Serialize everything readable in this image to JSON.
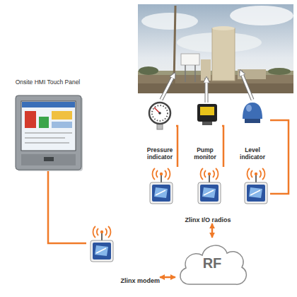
{
  "diagram": {
    "nodes": [
      {
        "text": [
          "Onsite HMI Touch Panel"
        ]
      },
      {
        "text": [
          "Pressure indicator"
        ]
      },
      {
        "text": [
          "Pump monitor"
        ]
      },
      {
        "text": [
          "Level indicator"
        ]
      },
      {
        "text": [
          "Zlinx I/O radios"
        ]
      },
      {
        "text": [
          "Zlinx modem"
        ]
      },
      {
        "text": [
          "RF"
        ]
      }
    ],
    "edges": [
      {
        "from": 0,
        "to": 5,
        "arrow": "none"
      },
      {
        "from": 5,
        "to": 6,
        "arrow": "both"
      },
      {
        "from": 6,
        "to": 4,
        "arrow": "both"
      },
      {
        "from": 1,
        "to": 4,
        "arrow": "none"
      },
      {
        "from": 2,
        "to": 4,
        "arrow": "none"
      },
      {
        "from": 3,
        "to": 4,
        "arrow": "none"
      }
    ]
  }
}
